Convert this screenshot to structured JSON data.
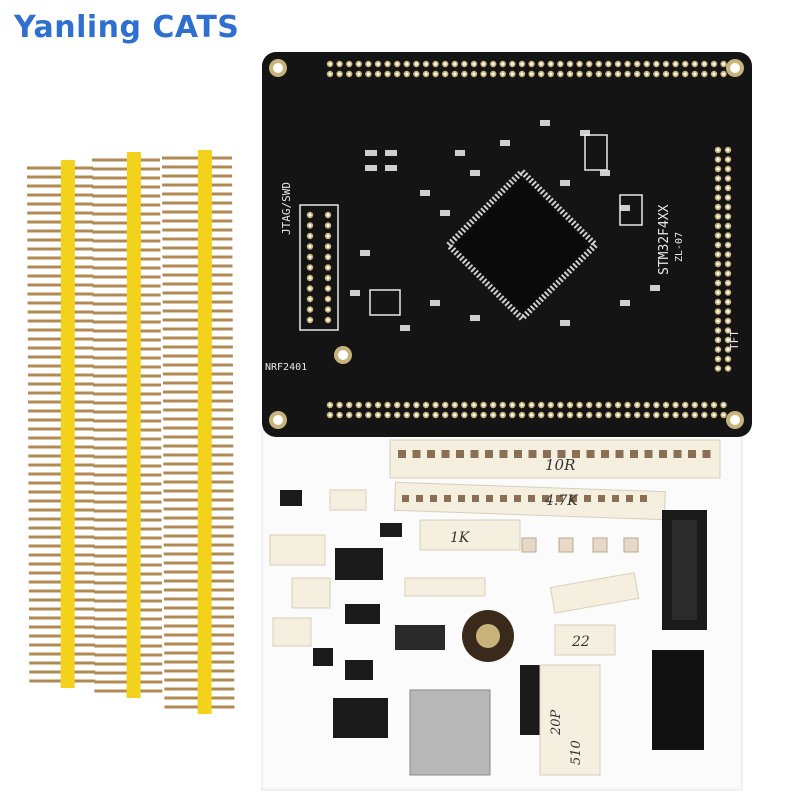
{
  "brand": {
    "text": "Yanling CATS",
    "color": "#2f6fd0"
  },
  "board": {
    "mcu_label": "STM32F4XX",
    "version": "ZL-07",
    "jtag_label": "JTAG/SWD",
    "nrf_label": "NRF2401",
    "tft_label": "TFT",
    "colors": {
      "pcb": "#141414",
      "silkscreen": "#e8e8e8",
      "pad": "#c8b37a"
    }
  },
  "components": {
    "resistor_tape_1": "10R",
    "resistor_tape_2": "4.7K",
    "resistor_tape_3": "1K",
    "cap_tape_1": "22",
    "cap_tape_2": "20P",
    "cap_tape_3": "510",
    "colors": {
      "pin_header_plastic": "#f2d21a",
      "pins": "#b08a52",
      "tape": "#f5efe0"
    }
  }
}
